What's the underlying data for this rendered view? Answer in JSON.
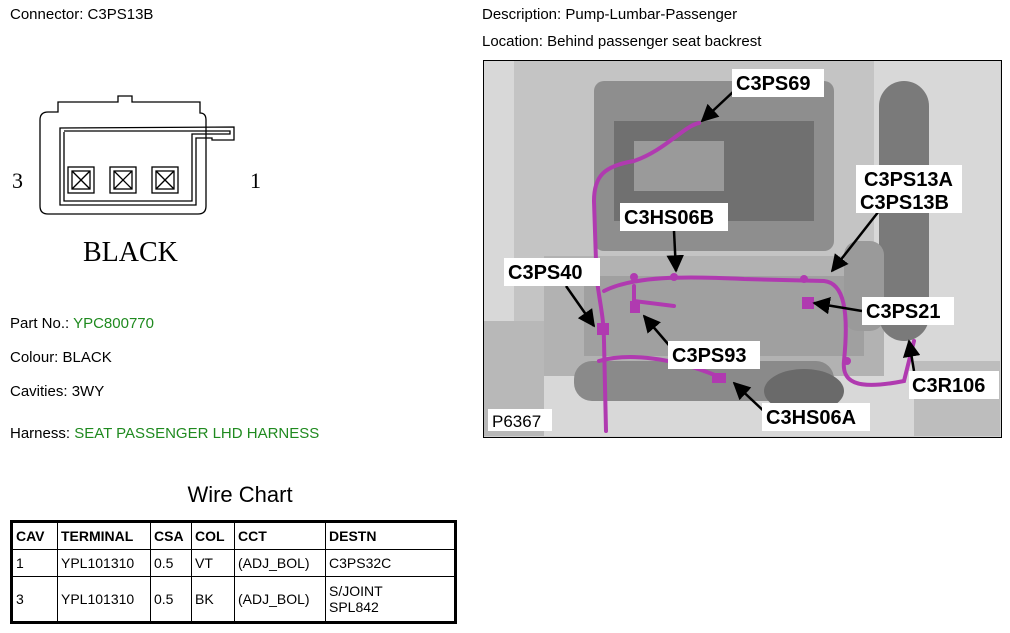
{
  "connector": {
    "label": "Connector:",
    "value": "C3PS13B"
  },
  "description": {
    "label": "Description:",
    "value": "Pump-Lumbar-Passenger"
  },
  "location": {
    "label": "Location:",
    "value": "Behind passenger seat backrest"
  },
  "face": {
    "pin_left": "3",
    "pin_right": "1",
    "color_text": "BLACK"
  },
  "part_no": {
    "label": "Part No.:",
    "value": "YPC800770"
  },
  "colour": {
    "label": "Colour:",
    "value": "BLACK"
  },
  "cavities": {
    "label": "Cavities:",
    "value": "3WY"
  },
  "harness": {
    "label": "Harness:",
    "value": "SEAT PASSENGER LHD HARNESS"
  },
  "photo": {
    "image_id": "P6367",
    "callouts": {
      "c3ps69": "C3PS69",
      "c3ps13a": "C3PS13A",
      "c3ps13b": "C3PS13B",
      "c3hs06b": "C3HS06B",
      "c3ps40": "C3PS40",
      "c3ps21": "C3PS21",
      "c3ps93": "C3PS93",
      "c3r106": "C3R106",
      "c3hs06a": "C3HS06A"
    }
  },
  "wire_chart": {
    "title": "Wire Chart",
    "headers": [
      "CAV",
      "TERMINAL",
      "CSA",
      "COL",
      "CCT",
      "DESTN"
    ],
    "rows": [
      {
        "cav": "1",
        "terminal": "YPL101310",
        "csa": "0.5",
        "col": "VT",
        "cct": "(ADJ_BOL)",
        "destn_1": "C3PS32C",
        "destn_2": ""
      },
      {
        "cav": "3",
        "terminal": "YPL101310",
        "csa": "0.5",
        "col": "BK",
        "cct": "(ADJ_BOL)",
        "destn_1": "S/JOINT",
        "destn_2": "SPL842"
      }
    ]
  },
  "colors": {
    "part_green": "#1f8a1f",
    "harness_wire": "#b03ab0"
  }
}
